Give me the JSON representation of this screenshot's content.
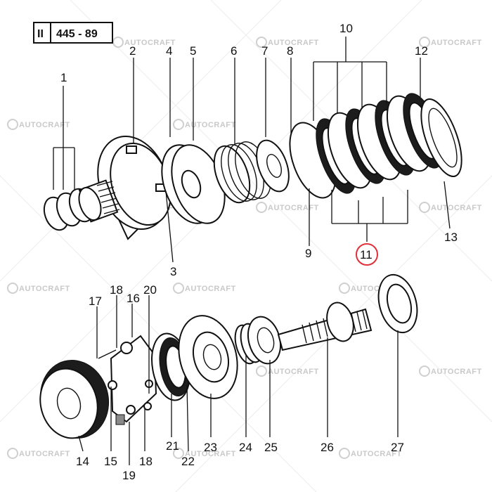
{
  "header": {
    "section": "II",
    "code": "445 - 89"
  },
  "watermark": {
    "text": "AUTOCRAFT"
  },
  "highlight": {
    "label": "11",
    "color": "#e0303a"
  },
  "labels": {
    "l1": "1",
    "l2": "2",
    "l3": "3",
    "l4": "4",
    "l5": "5",
    "l6": "6",
    "l7": "7",
    "l8": "8",
    "l9": "9",
    "l10": "10",
    "l11": "11",
    "l12": "12",
    "l13": "13",
    "l14": "14",
    "l15": "15",
    "l16": "16",
    "l17": "17",
    "l18a": "18",
    "l18b": "18",
    "l19": "19",
    "l20": "20",
    "l21": "21",
    "l22": "22",
    "l23": "23",
    "l24": "24",
    "l25": "25",
    "l26": "26",
    "l27": "27"
  }
}
